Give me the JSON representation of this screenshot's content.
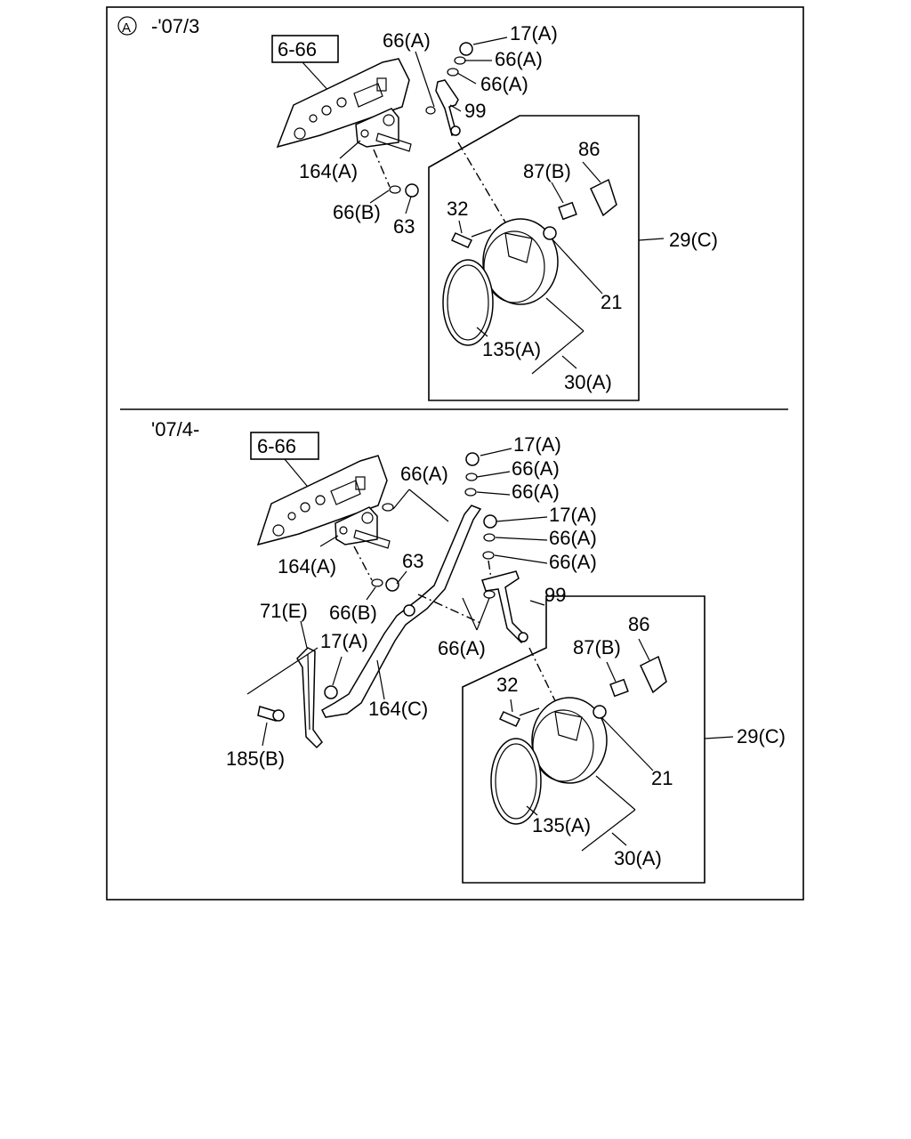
{
  "page": {
    "background": "#ffffff",
    "ink": "#000000"
  },
  "top_section": {
    "marker": "A",
    "title": "-'07/3",
    "ref_box": "6-66",
    "labels": {
      "l17a": "17(A)",
      "l66a_1": "66(A)",
      "l66a_2": "66(A)",
      "l66a_3": "66(A)",
      "l99": "99",
      "l86": "86",
      "l87b": "87(B)",
      "l164a": "164(A)",
      "l66b": "66(B)",
      "l63": "63",
      "l32": "32",
      "l29c": "29(C)",
      "l21": "21",
      "l135a": "135(A)",
      "l30a": "30(A)"
    }
  },
  "bottom_section": {
    "title": "'07/4-",
    "ref_box": "6-66",
    "labels": {
      "l17a_1": "17(A)",
      "l66a_1": "66(A)",
      "l66a_2": "66(A)",
      "l66a_3": "66(A)",
      "l17a_2": "17(A)",
      "l66a_4": "66(A)",
      "l66a_5": "66(A)",
      "l63": "63",
      "l164a": "164(A)",
      "l99": "99",
      "l71e": "71(E)",
      "l66b": "66(B)",
      "l66a_6": "66(A)",
      "l86": "86",
      "l17a_3": "17(A)",
      "l87b": "87(B)",
      "l32": "32",
      "l164c": "164(C)",
      "l185b": "185(B)",
      "l29c": "29(C)",
      "l21": "21",
      "l135a": "135(A)",
      "l30a": "30(A)"
    }
  }
}
